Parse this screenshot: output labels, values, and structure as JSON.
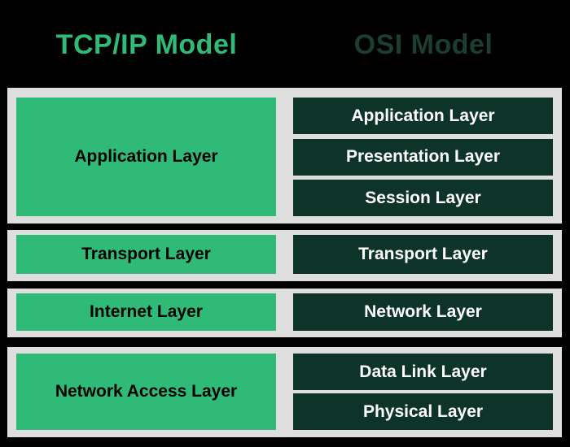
{
  "header": {
    "tcpip_title": "TCP/IP Model",
    "osi_title": "OSI Model"
  },
  "groups": [
    {
      "name": "application",
      "tcpip": "Application Layer",
      "osi": [
        "Application Layer",
        "Presentation Layer",
        "Session Layer"
      ]
    },
    {
      "name": "transport",
      "tcpip": "Transport Layer",
      "osi": [
        "Transport Layer"
      ]
    },
    {
      "name": "internet",
      "tcpip": "Internet Layer",
      "osi": [
        "Network Layer"
      ]
    },
    {
      "name": "network-access",
      "tcpip": "Network Access Layer",
      "osi": [
        "Data Link Layer",
        "Physical Layer"
      ]
    }
  ],
  "colors": {
    "background": "#000000",
    "panel": "#DEDEDF",
    "green": "#2FBA78",
    "dark": "#0E342A",
    "osi_title": "#1B3D32",
    "tcpip_text": "#000000",
    "osi_text": "#FFFFFF"
  }
}
